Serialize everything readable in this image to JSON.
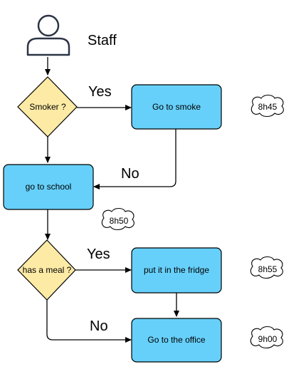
{
  "actor": {
    "label": "Staff"
  },
  "decisions": {
    "smoker": "Smoker ?",
    "meal": "has a meal ?"
  },
  "processes": {
    "smoke": "Go to smoke",
    "school": "go to school",
    "fridge": "put it in the fridge",
    "office": "Go to the office"
  },
  "edge_labels": {
    "smoker_yes": "Yes",
    "smoker_no": "No",
    "meal_yes": "Yes",
    "meal_no": "No"
  },
  "times": {
    "smoke": "8h45",
    "school": "8h50",
    "fridge": "8h55",
    "office": "9h00"
  },
  "colors": {
    "process_fill": "#66d0fa",
    "decision_fill": "#fdeaa5",
    "stroke": "#000000",
    "actor_stroke": "#2b3445"
  }
}
